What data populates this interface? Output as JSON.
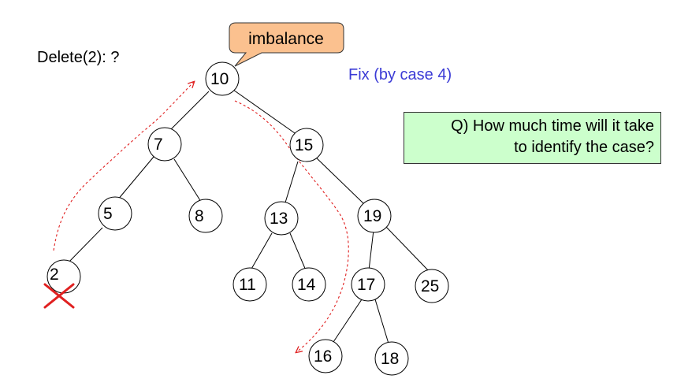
{
  "delete_label": "Delete(2):  ?",
  "fix_label": "Fix (by case 4)",
  "callout": {
    "text": "imbalance",
    "fill": "#fbc18f"
  },
  "question": {
    "line1": "Q) How much time will it take",
    "line2": "to identify the case?"
  },
  "tree": {
    "nodes": [
      "10",
      "7",
      "15",
      "5",
      "8",
      "13",
      "19",
      "2",
      "11",
      "14",
      "17",
      "25",
      "16",
      "18"
    ],
    "deleted_node": "2"
  },
  "colors": {
    "path": "#e02020",
    "fix_text": "#3b3bd6",
    "question_bg": "#ccffcc"
  }
}
